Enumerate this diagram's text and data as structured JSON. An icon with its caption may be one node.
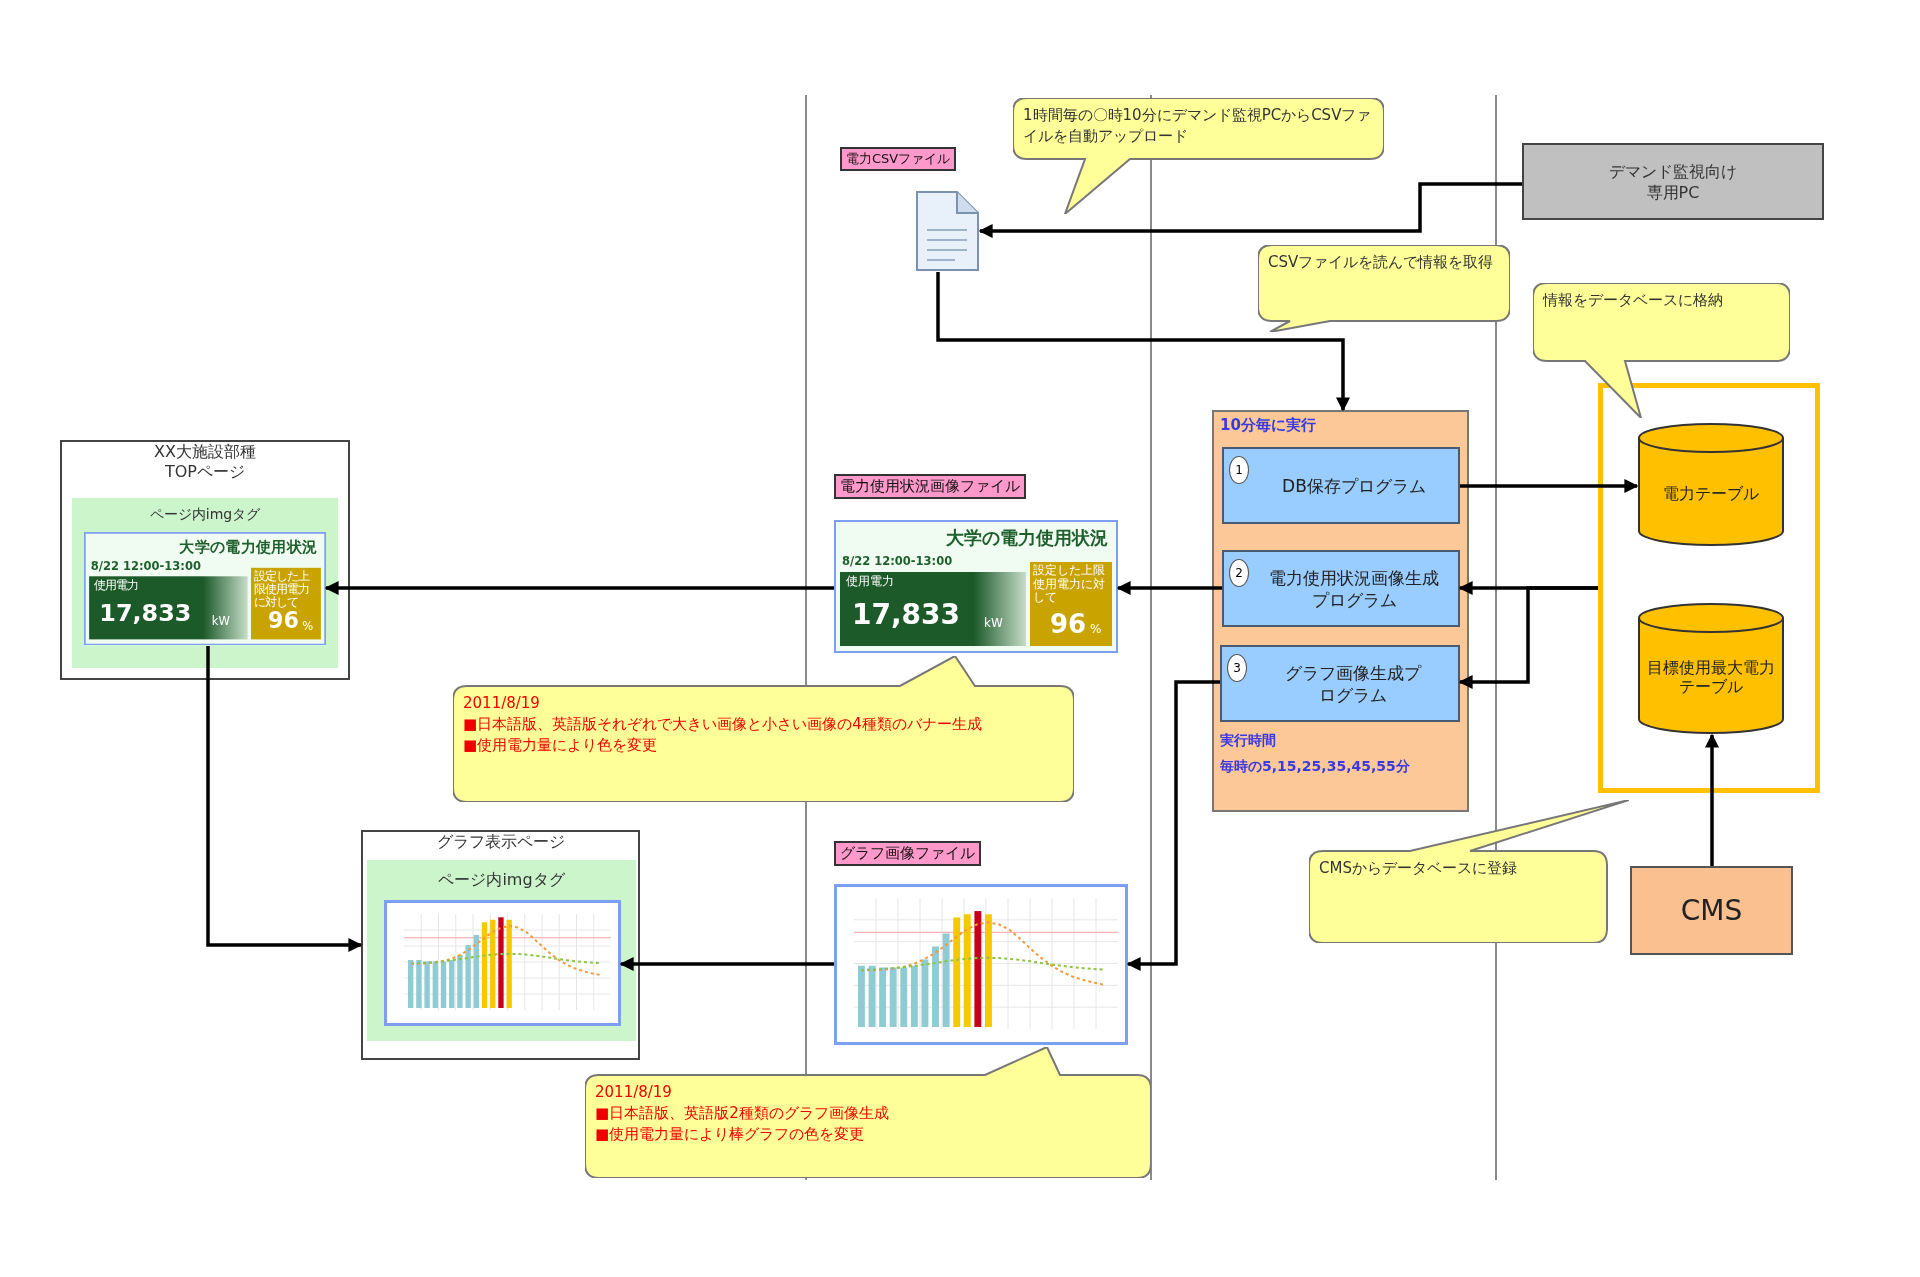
{
  "diagram": {
    "nodes": [
      {
        "text": [
          "XX大施設部種TOPページ"
        ]
      },
      {
        "text": [
          "ページ内imgタグ"
        ],
        "in": 0
      },
      {
        "text": [
          "大学の電力使用状況",
          "8/22 12:00-13:00",
          "使用電力",
          "17,833",
          "kW",
          "設定した上限使用電力に対して",
          "96",
          "%"
        ],
        "in": 1
      },
      {
        "text": [
          "グラフ表示ページ"
        ]
      },
      {
        "text": [
          "ページ内imgタグ"
        ],
        "in": 3
      },
      {
        "text": [],
        "shape": "picture",
        "in": 4
      },
      {
        "text": [
          "電力CSVファイル"
        ]
      },
      {
        "text": [
          "電力使用状況画像ファイル",
          "大学の電力使用状況",
          "8/22 12:00-13:00",
          "使用電力",
          "17,833",
          "kW",
          "設定した上限使用電力に対して",
          "96",
          "%"
        ]
      },
      {
        "text": [
          "グラフ画像ファイル"
        ]
      },
      {
        "text": [
          "10分毎に実行",
          "実行時間",
          "毎時の5,15,25,35,45,55分"
        ]
      },
      {
        "text": [
          "1",
          "DB保存プログラム"
        ],
        "in": 9
      },
      {
        "text": [
          "2",
          "電力使用状況画像生成プログラム"
        ],
        "in": 9
      },
      {
        "text": [
          "3",
          "グラフ画像生成プログラム"
        ],
        "in": 9
      },
      {
        "text": [
          "デマンド監視向け専用PC"
        ]
      },
      {
        "text": [],
        "shape": "box"
      },
      {
        "text": [
          "電力テーブル"
        ],
        "in": 14
      },
      {
        "text": [
          "目標使用最大電力テーブル"
        ],
        "in": 14
      },
      {
        "text": [
          "CMS"
        ]
      },
      {
        "text": [
          "1時間毎の〇時10分にデマンド監視PCからCSVファイルを自動アップロード"
        ]
      },
      {
        "text": [
          "CSVファイルを読んで情報を取得"
        ]
      },
      {
        "text": [
          "情報をデータベースに格納"
        ]
      },
      {
        "text": [
          "2011/8/19",
          "■日本語版、英語版それぞれで大きい画像と小さい画像の4種類のバナー生成",
          "■使用電力量により色を変更"
        ]
      },
      {
        "text": [
          "CMSからデータベースに登録"
        ]
      },
      {
        "text": [
          "2011/8/19",
          "■日本語版、英語版2種類のグラフ画像生成",
          "■使用電力量により棒グラフの色を変更"
        ]
      }
    ],
    "edges": [
      {
        "from": 13,
        "to": 6,
        "arrow": "to"
      },
      {
        "from": 6,
        "to": 9,
        "arrow": "to"
      },
      {
        "from": 10,
        "to": 15,
        "arrow": "to"
      },
      {
        "from": 14,
        "to": 11,
        "arrow": "to"
      },
      {
        "from": 14,
        "to": 12,
        "arrow": "to"
      },
      {
        "from": 11,
        "to": 7,
        "arrow": "to"
      },
      {
        "from": 7,
        "to": 2,
        "arrow": "to"
      },
      {
        "from": 12,
        "to": 8,
        "arrow": "to"
      },
      {
        "from": 8,
        "to": 5,
        "arrow": "to"
      },
      {
        "from": 2,
        "to": 3,
        "arrow": "to"
      },
      {
        "from": 17,
        "to": 16,
        "arrow": "to"
      }
    ]
  }
}
